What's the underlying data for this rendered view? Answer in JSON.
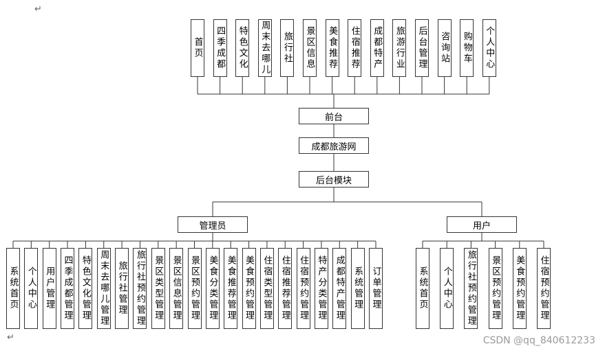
{
  "marks": {
    "top": "↵",
    "bottom": "↵"
  },
  "watermark": "CSDN @qq_840612233",
  "frontend": {
    "label": "前台",
    "items": [
      "首页",
      "四季成都",
      "特色文化",
      "周末去哪儿",
      "旅行社",
      "景区信息",
      "美食推荐",
      "住宿推荐",
      "成都特产",
      "旅游行业",
      "后台管理",
      "咨询站",
      "购物车",
      "个人中心"
    ]
  },
  "site": {
    "label": "成都旅游网"
  },
  "backend": {
    "label": "后台模块"
  },
  "admin": {
    "label": "管理员",
    "items": [
      "系统首页",
      "个人中心",
      "用户管理",
      "四季成都管理",
      "特色文化管理",
      "周末去哪儿管理",
      "旅行社管理",
      "旅行社预约管理",
      "景区类型管理",
      "景区信息管理",
      "景区预约管理",
      "美食分类管理",
      "美食推荐管理",
      "美食预约管理",
      "住宿类型管理",
      "住宿推荐管理",
      "住宿预约管理",
      "特产分类管理",
      "成都特产管理",
      "系统管理",
      "订单管理"
    ]
  },
  "user": {
    "label": "用户",
    "items": [
      "系统首页",
      "个人中心",
      "旅行社预约管理",
      "景区预约管理",
      "美食预约管理",
      "住宿预约管理"
    ]
  }
}
